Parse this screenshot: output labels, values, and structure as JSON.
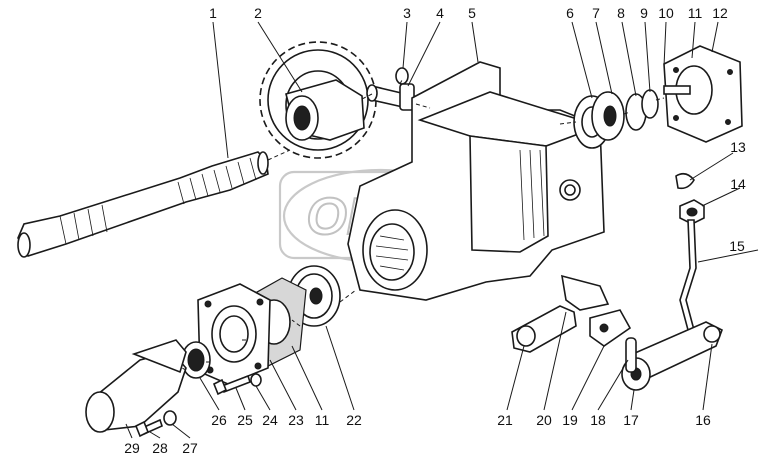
{
  "watermark": "ODEX",
  "callouts": [
    "1",
    "2",
    "3",
    "4",
    "5",
    "6",
    "7",
    "8",
    "9",
    "10",
    "11",
    "12",
    "13",
    "14",
    "15",
    "16",
    "17",
    "18",
    "19",
    "20",
    "21",
    "22",
    "23",
    "11",
    "24",
    "25",
    "26",
    "27",
    "28",
    "29"
  ],
  "colors": {
    "line": "#1a1a1a",
    "background": "#ffffff",
    "watermark": "#c9c9c9"
  }
}
